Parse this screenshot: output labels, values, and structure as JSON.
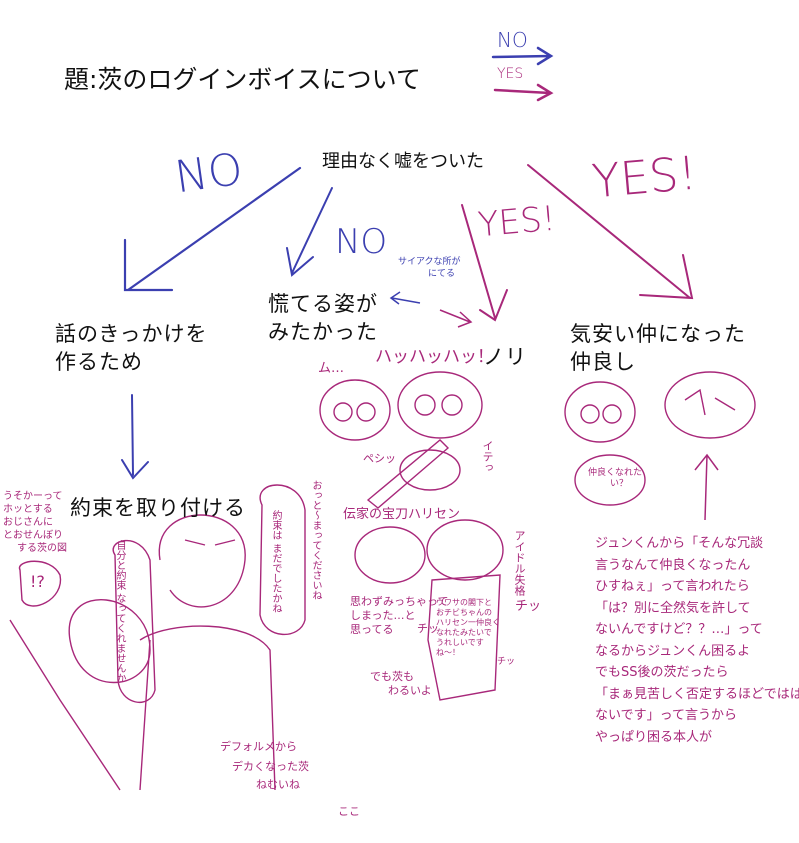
{
  "title": "題:茨のログインボイスについて",
  "legend": {
    "no": "NO",
    "yes": "YES"
  },
  "question": "理由なく嘘をついた",
  "branch_labels": {
    "no_left": "NO",
    "no_middle": "NO",
    "yes_middle": "YES!",
    "yes_right": "YES!"
  },
  "nodes": {
    "left": [
      "話のきっかけを",
      "作るため"
    ],
    "middle": [
      "慌てる姿が",
      "みたかった"
    ],
    "nori": "ノリ",
    "right": [
      "気安い仲になった",
      "仲良し"
    ],
    "promise": "約束を取り付ける"
  },
  "annotations": {
    "saiaku": [
      "サイアクな所が",
      "にてる"
    ],
    "laugh_m": "ム…",
    "laugh": "ハッハッハッ！",
    "pesh": "ペシッ",
    "ita": "イテっ",
    "harisen_title": "伝家の宝刀ハリセン",
    "idol_lines": "アイドル失格",
    "omowazu": [
      "思わずみっちゃって",
      "しまった…と",
      "思ってる"
    ],
    "chiff1": "チッ",
    "chiff2": "チッ",
    "chiff3": "チッ",
    "harisen_speech": [
      "ウワサの閣下と",
      "おチビちゃんの",
      "ハリセン一仲良く",
      "なれたみたいで",
      "うれしいです",
      "ね〜！"
    ],
    "demo_ibara": [
      "でも茨も",
      "わるいよ"
    ],
    "left_note": [
      "うそかーって",
      "ホッとする",
      "おじさんに",
      "とおせんぼり",
      "する茨の図"
    ],
    "surprise": "!?",
    "jibun": [
      "自分と約束",
      "なってくれませんか"
    ],
    "yakusoku_speech": [
      "約束は",
      "まだでしたかね"
    ],
    "ookotomatte": [
      "おっと〜まってくださいね"
    ],
    "deforme": [
      "デフォルメから",
      "デカくなった茨",
      "ねむいね"
    ],
    "koko": "ここ",
    "nakayoku": [
      "仲良くなれた",
      "い？"
    ],
    "right_story": [
      "ジュンくんから「そんな冗談",
      "言うなんて仲良くなったん",
      "ひすねぇ」って言われたら",
      "「は？別に全然気を許して",
      "ないんですけど？？…」って",
      "なるからジュンくん困るよ",
      "でもSS後の茨だったら",
      "「まぁ見苦しく否定するほどではは",
      "ないです」って言うから",
      "やっぱり困る本人が"
    ]
  },
  "colors": {
    "no": "#3b3fb0",
    "yes": "#a8287a",
    "text": "#111111"
  }
}
